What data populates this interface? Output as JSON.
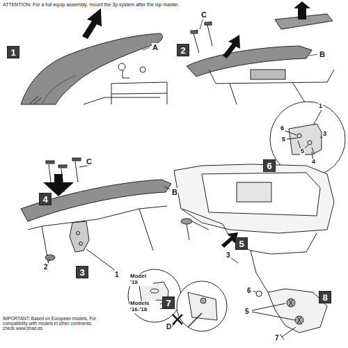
{
  "diagram": {
    "nodes": [
      {
        "text": [
          "1"
        ]
      },
      {
        "text": [
          "2"
        ]
      },
      {
        "text": [
          "3"
        ]
      },
      {
        "text": [
          "4"
        ]
      },
      {
        "text": [
          "5"
        ]
      },
      {
        "text": [
          "6"
        ]
      },
      {
        "text": [
          "7"
        ]
      },
      {
        "text": [
          "8"
        ]
      }
    ],
    "labels": [
      "ATTENTION: For a full equip assembly, mount the 3p system after the top master.",
      "A",
      "C",
      "B",
      "6",
      "1",
      "5",
      "3",
      "5",
      "4",
      "C",
      "B",
      "2",
      "1",
      "3",
      "Model '19",
      "Models '16-'18",
      "D",
      "6",
      "5",
      "7",
      "IMPORTANT: Based on European models, For compatibility with models in other continents, check www.shad.es"
    ]
  }
}
